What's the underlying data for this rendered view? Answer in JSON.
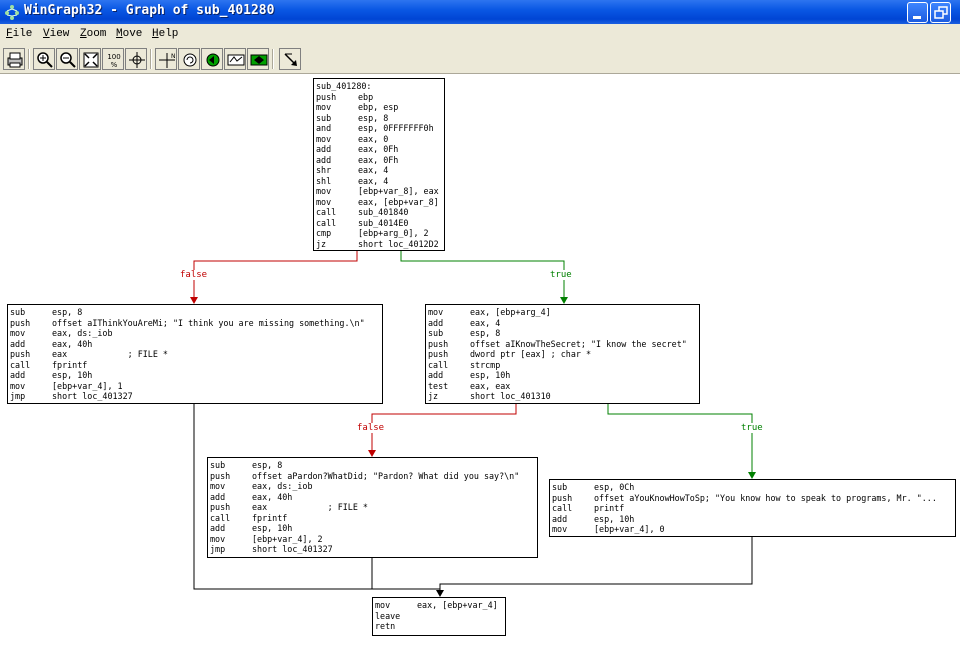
{
  "window": {
    "title": "WinGraph32 - Graph of sub_401280"
  },
  "menu": [
    {
      "label": "File",
      "mnemonic": "F"
    },
    {
      "label": "View",
      "mnemonic": "V"
    },
    {
      "label": "Zoom",
      "mnemonic": "Z"
    },
    {
      "label": "Move",
      "mnemonic": "M"
    },
    {
      "label": "Help",
      "mnemonic": "H"
    }
  ],
  "toolbar": {
    "buttons": [
      {
        "name": "print-icon"
      },
      {
        "name": "zoom-in-icon"
      },
      {
        "name": "zoom-out-icon"
      },
      {
        "name": "fit-window-icon"
      },
      {
        "name": "zoom-100-icon",
        "text": "100 %"
      },
      {
        "name": "center-icon"
      },
      {
        "name": "north-icon",
        "text": "N"
      },
      {
        "name": "rotate-icon"
      },
      {
        "name": "move-left-icon"
      },
      {
        "name": "move-right-icon"
      },
      {
        "name": "next-node-icon"
      },
      {
        "name": "follow-edge-icon"
      }
    ]
  },
  "graph": {
    "edge_labels": {
      "n0_n1": "false",
      "n0_n2": "true",
      "n2_n3": "false",
      "n2_n4": "true"
    },
    "colors": {
      "false": "#c00000",
      "true": "#008000",
      "plain": "#000000"
    },
    "nodes": [
      {
        "id": "n0",
        "header": "sub_401280:",
        "lines": [
          [
            "push",
            "ebp"
          ],
          [
            "mov",
            "ebp, esp"
          ],
          [
            "sub",
            "esp, 8"
          ],
          [
            "and",
            "esp, 0FFFFFFF0h"
          ],
          [
            "mov",
            "eax, 0"
          ],
          [
            "add",
            "eax, 0Fh"
          ],
          [
            "add",
            "eax, 0Fh"
          ],
          [
            "shr",
            "eax, 4"
          ],
          [
            "shl",
            "eax, 4"
          ],
          [
            "mov",
            "[ebp+var_8], eax"
          ],
          [
            "mov",
            "eax, [ebp+var_8]"
          ],
          [
            "call",
            "sub_401840"
          ],
          [
            "call",
            "sub_4014E0"
          ],
          [
            "cmp",
            "[ebp+arg_0], 2"
          ],
          [
            "jz",
            "short loc_4012D2"
          ]
        ]
      },
      {
        "id": "n1",
        "header": "",
        "lines": [
          [
            "sub",
            "esp, 8"
          ],
          [
            "push",
            "offset aIThinkYouAreMi; \"I think you are missing something.\\n\""
          ],
          [
            "mov",
            "eax, ds:_iob"
          ],
          [
            "add",
            "eax, 40h"
          ],
          [
            "push",
            "eax            ; FILE *"
          ],
          [
            "call",
            "fprintf"
          ],
          [
            "add",
            "esp, 10h"
          ],
          [
            "mov",
            "[ebp+var_4], 1"
          ],
          [
            "jmp",
            "short loc_401327"
          ]
        ]
      },
      {
        "id": "n2",
        "header": "",
        "lines": [
          [
            "mov",
            "eax, [ebp+arg_4]"
          ],
          [
            "add",
            "eax, 4"
          ],
          [
            "sub",
            "esp, 8"
          ],
          [
            "push",
            "offset aIKnowTheSecret; \"I know the secret\""
          ],
          [
            "push",
            "dword ptr [eax] ; char *"
          ],
          [
            "call",
            "strcmp"
          ],
          [
            "add",
            "esp, 10h"
          ],
          [
            "test",
            "eax, eax"
          ],
          [
            "jz",
            "short loc_401310"
          ]
        ]
      },
      {
        "id": "n3",
        "header": "",
        "lines": [
          [
            "sub",
            "esp, 8"
          ],
          [
            "push",
            "offset aPardon?WhatDid; \"Pardon? What did you say?\\n\""
          ],
          [
            "mov",
            "eax, ds:_iob"
          ],
          [
            "add",
            "eax, 40h"
          ],
          [
            "push",
            "eax            ; FILE *"
          ],
          [
            "call",
            "fprintf"
          ],
          [
            "add",
            "esp, 10h"
          ],
          [
            "mov",
            "[ebp+var_4], 2"
          ],
          [
            "jmp",
            "short loc_401327"
          ]
        ]
      },
      {
        "id": "n4",
        "header": "",
        "lines": [
          [
            "sub",
            "esp, 0Ch"
          ],
          [
            "push",
            "offset aYouKnowHowToSp; \"You know how to speak to programs, Mr. \"..."
          ],
          [
            "call",
            "printf"
          ],
          [
            "add",
            "esp, 10h"
          ],
          [
            "mov",
            "[ebp+var_4], 0"
          ]
        ]
      },
      {
        "id": "n5",
        "header": "",
        "lines": [
          [
            "mov",
            "eax, [ebp+var_4]"
          ],
          [
            "leave",
            ""
          ],
          [
            "retn",
            ""
          ]
        ]
      }
    ]
  }
}
